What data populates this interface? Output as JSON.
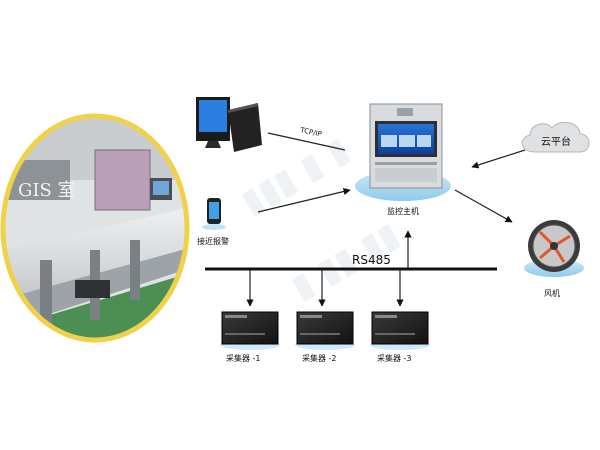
{
  "photo": {
    "room_label": "GIS 室"
  },
  "labels": {
    "tcpip": "TCP/IP",
    "proximity_alarm": "接近报警",
    "monitoring_host": "监控主机",
    "cloud_platform": "云平台",
    "fan": "风机",
    "rs485": "RS485",
    "collector_1": "采集器 -1",
    "collector_2": "采集器 -2",
    "collector_3": "采集器 -3"
  },
  "colors": {
    "bus_line": "#111111",
    "photo_border": "#f0d24a",
    "screen_blue": "#2a73d8",
    "pedestal_blue": "#8fcbea"
  }
}
